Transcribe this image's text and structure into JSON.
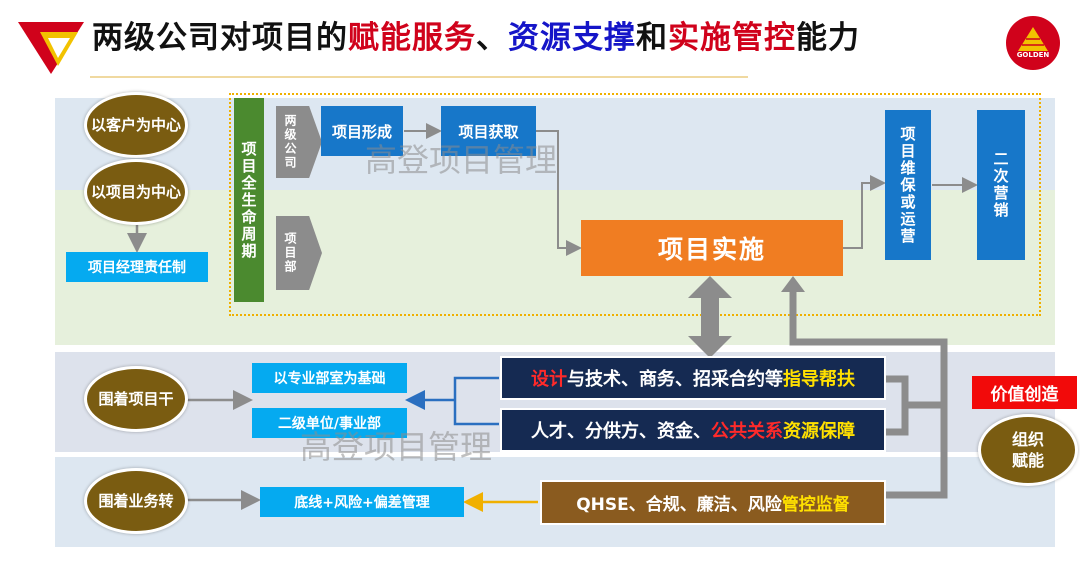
{
  "title": {
    "p1": "两级公司对项目的",
    "p2": "赋能服务",
    "p3": "、",
    "p4": "资源支撑",
    "p5": "和",
    "p6": "实施管控",
    "p7": "能力"
  },
  "logo": {
    "text": "GOLDEN"
  },
  "watermarks": [
    "高登项目管理",
    "高登项目管理"
  ],
  "left_circles": [
    "以客户为中心",
    "以项目为中心",
    "围着项目干",
    "围着业务转"
  ],
  "pm_responsibility": "项目经理责任制",
  "lifecycle": "项目全生命周期",
  "chevrons": {
    "two_level": "两级公司",
    "project_dept": "项目部"
  },
  "stages": {
    "formation": "项目形成",
    "acquisition": "项目获取",
    "implementation": "项目实施",
    "maintenance": "项目维保或运营",
    "secondary": "二次营销"
  },
  "base_boxes": {
    "dept_base": "以专业部室为基础",
    "secondary_unit": "二级单位/事业部",
    "risk_mgmt": "底线+风险+偏差管理"
  },
  "support1": {
    "a": "设计",
    "b": "与技术、商务、招采合约等",
    "c": "指导帮扶"
  },
  "support2": {
    "a": "人才、分供方、资金、",
    "b": "公共关系",
    "c": "资源保障"
  },
  "support3": {
    "a": "QHSE、合规、廉洁、风险",
    "b": "管控监督"
  },
  "value_creation": "价值创造",
  "org_empower": "组织赋能",
  "colors": {
    "brown": "#7a5c11",
    "cyan": "#05aaf0",
    "blue": "#1777c9",
    "navy": "#152a52",
    "orange": "#f07d22",
    "green": "#4b8a2f",
    "accent_red": "#d0021b"
  }
}
